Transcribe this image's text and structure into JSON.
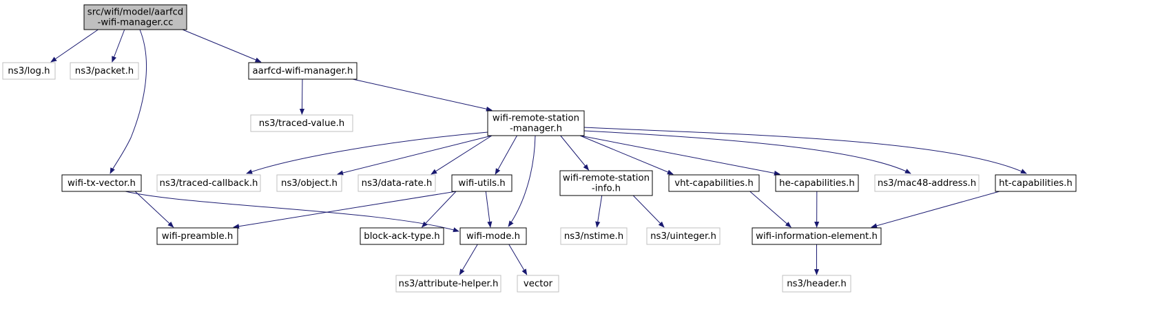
{
  "colors": {
    "edge": "#191970",
    "node_border": "#000000",
    "external_border": "#bfbfbf",
    "root_fill": "#bfbfbf",
    "node_fill": "#ffffff"
  },
  "nodes": [
    {
      "id": "root",
      "lines": [
        "src/wifi/model/aarfcd",
        "-wifi-manager.cc"
      ],
      "kind": "root"
    },
    {
      "id": "ns3_log",
      "lines": [
        "ns3/log.h"
      ],
      "kind": "external"
    },
    {
      "id": "ns3_packet",
      "lines": [
        "ns3/packet.h"
      ],
      "kind": "external"
    },
    {
      "id": "aarfcd_h",
      "lines": [
        "aarfcd-wifi-manager.h"
      ],
      "kind": "local"
    },
    {
      "id": "ns3_traced_value",
      "lines": [
        "ns3/traced-value.h"
      ],
      "kind": "external"
    },
    {
      "id": "wrsm_h",
      "lines": [
        "wifi-remote-station",
        "-manager.h"
      ],
      "kind": "local"
    },
    {
      "id": "wifi_tx_vector",
      "lines": [
        "wifi-tx-vector.h"
      ],
      "kind": "local"
    },
    {
      "id": "ns3_traced_callback",
      "lines": [
        "ns3/traced-callback.h"
      ],
      "kind": "external"
    },
    {
      "id": "ns3_object",
      "lines": [
        "ns3/object.h"
      ],
      "kind": "external"
    },
    {
      "id": "ns3_data_rate",
      "lines": [
        "ns3/data-rate.h"
      ],
      "kind": "external"
    },
    {
      "id": "wifi_utils",
      "lines": [
        "wifi-utils.h"
      ],
      "kind": "local"
    },
    {
      "id": "wrsi_h",
      "lines": [
        "wifi-remote-station",
        "-info.h"
      ],
      "kind": "local"
    },
    {
      "id": "vht_cap",
      "lines": [
        "vht-capabilities.h"
      ],
      "kind": "local"
    },
    {
      "id": "he_cap",
      "lines": [
        "he-capabilities.h"
      ],
      "kind": "local"
    },
    {
      "id": "ns3_mac48",
      "lines": [
        "ns3/mac48-address.h"
      ],
      "kind": "external"
    },
    {
      "id": "ht_cap",
      "lines": [
        "ht-capabilities.h"
      ],
      "kind": "local"
    },
    {
      "id": "wifi_preamble",
      "lines": [
        "wifi-preamble.h"
      ],
      "kind": "local"
    },
    {
      "id": "block_ack_type",
      "lines": [
        "block-ack-type.h"
      ],
      "kind": "local"
    },
    {
      "id": "wifi_mode",
      "lines": [
        "wifi-mode.h"
      ],
      "kind": "local"
    },
    {
      "id": "ns3_nstime",
      "lines": [
        "ns3/nstime.h"
      ],
      "kind": "external"
    },
    {
      "id": "ns3_uinteger",
      "lines": [
        "ns3/uinteger.h"
      ],
      "kind": "external"
    },
    {
      "id": "wifi_ie",
      "lines": [
        "wifi-information-element.h"
      ],
      "kind": "local"
    },
    {
      "id": "ns3_attribute_helper",
      "lines": [
        "ns3/attribute-helper.h"
      ],
      "kind": "external"
    },
    {
      "id": "vector",
      "lines": [
        "vector"
      ],
      "kind": "external"
    },
    {
      "id": "ns3_header",
      "lines": [
        "ns3/header.h"
      ],
      "kind": "external"
    }
  ],
  "edges": [
    [
      "root",
      "ns3_log"
    ],
    [
      "root",
      "ns3_packet"
    ],
    [
      "root",
      "aarfcd_h"
    ],
    [
      "root",
      "wifi_tx_vector"
    ],
    [
      "aarfcd_h",
      "ns3_traced_value"
    ],
    [
      "aarfcd_h",
      "wrsm_h"
    ],
    [
      "wrsm_h",
      "ns3_traced_callback"
    ],
    [
      "wrsm_h",
      "ns3_object"
    ],
    [
      "wrsm_h",
      "ns3_data_rate"
    ],
    [
      "wrsm_h",
      "wifi_utils"
    ],
    [
      "wrsm_h",
      "wifi_mode"
    ],
    [
      "wrsm_h",
      "wrsi_h"
    ],
    [
      "wrsm_h",
      "vht_cap"
    ],
    [
      "wrsm_h",
      "he_cap"
    ],
    [
      "wrsm_h",
      "ns3_mac48"
    ],
    [
      "wrsm_h",
      "ht_cap"
    ],
    [
      "wifi_tx_vector",
      "wifi_preamble"
    ],
    [
      "wifi_tx_vector",
      "wifi_mode"
    ],
    [
      "wifi_utils",
      "wifi_preamble"
    ],
    [
      "wifi_utils",
      "block_ack_type"
    ],
    [
      "wifi_utils",
      "wifi_mode"
    ],
    [
      "wrsi_h",
      "ns3_nstime"
    ],
    [
      "wrsi_h",
      "ns3_uinteger"
    ],
    [
      "vht_cap",
      "wifi_ie"
    ],
    [
      "he_cap",
      "wifi_ie"
    ],
    [
      "ht_cap",
      "wifi_ie"
    ],
    [
      "wifi_mode",
      "ns3_attribute_helper"
    ],
    [
      "wifi_mode",
      "vector"
    ],
    [
      "wifi_ie",
      "ns3_header"
    ]
  ]
}
